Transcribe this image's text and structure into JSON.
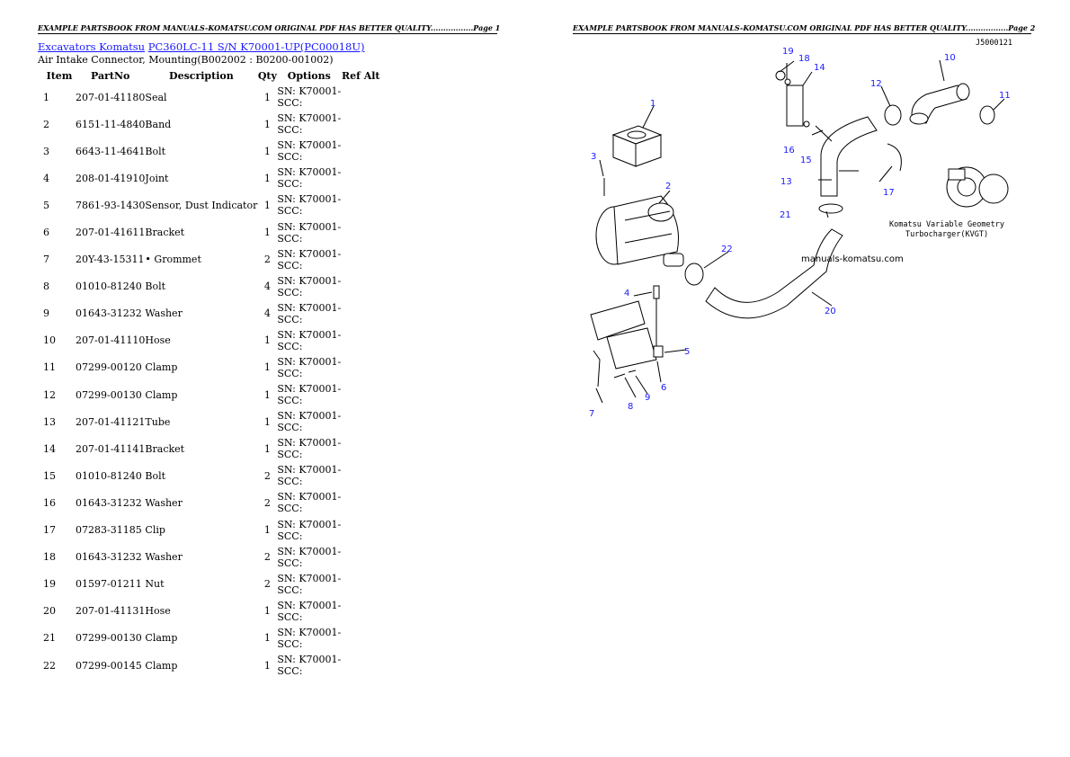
{
  "pages": {
    "left_header": "EXAMPLE PARTSBOOK FROM MANUALS-KOMATSU.COM ORIGINAL PDF HAS BETTER QUALITY.................Page 1",
    "right_header": "EXAMPLE PARTSBOOK FROM MANUALS-KOMATSU.COM ORIGINAL PDF HAS BETTER QUALITY.................Page 2"
  },
  "breadcrumb": {
    "link1": "Excavators Komatsu",
    "link2": "PC360LC-11 S/N K70001-UP(PC00018U)"
  },
  "subtitle": "Air Intake Connector, Mounting(B002002 : B0200-001002)",
  "table": {
    "headers": [
      "Item",
      "PartNo",
      "Description",
      "Qty",
      "Options",
      "Ref Alt"
    ],
    "rows": [
      {
        "item": "1",
        "partno": "207-01-41180",
        "desc": "Seal",
        "qty": "1",
        "opt1": "SN: K70001-",
        "opt2": "SCC:"
      },
      {
        "item": "2",
        "partno": "6151-11-4840",
        "desc": "Band",
        "qty": "1",
        "opt1": "SN: K70001-",
        "opt2": "SCC:"
      },
      {
        "item": "3",
        "partno": "6643-11-4641",
        "desc": "Bolt",
        "qty": "1",
        "opt1": "SN: K70001-",
        "opt2": "SCC:"
      },
      {
        "item": "4",
        "partno": "208-01-41910",
        "desc": "Joint",
        "qty": "1",
        "opt1": "SN: K70001-",
        "opt2": "SCC:"
      },
      {
        "item": "5",
        "partno": "7861-93-1430",
        "desc": "Sensor, Dust Indicator",
        "qty": "1",
        "opt1": "SN: K70001-",
        "opt2": "SCC:"
      },
      {
        "item": "6",
        "partno": "207-01-41611",
        "desc": "Bracket",
        "qty": "1",
        "opt1": "SN: K70001-",
        "opt2": "SCC:"
      },
      {
        "item": "7",
        "partno": "20Y-43-15311",
        "desc": "• Grommet",
        "qty": "2",
        "opt1": "SN: K70001-",
        "opt2": "SCC:"
      },
      {
        "item": "8",
        "partno": "01010-81240",
        "desc": "Bolt",
        "qty": "4",
        "opt1": "SN: K70001-",
        "opt2": "SCC:"
      },
      {
        "item": "9",
        "partno": "01643-31232",
        "desc": "Washer",
        "qty": "4",
        "opt1": "SN: K70001-",
        "opt2": "SCC:"
      },
      {
        "item": "10",
        "partno": "207-01-41110",
        "desc": "Hose",
        "qty": "1",
        "opt1": "SN: K70001-",
        "opt2": "SCC:"
      },
      {
        "item": "11",
        "partno": "07299-00120",
        "desc": "Clamp",
        "qty": "1",
        "opt1": "SN: K70001-",
        "opt2": "SCC:"
      },
      {
        "item": "12",
        "partno": "07299-00130",
        "desc": "Clamp",
        "qty": "1",
        "opt1": "SN: K70001-",
        "opt2": "SCC:"
      },
      {
        "item": "13",
        "partno": "207-01-41121",
        "desc": "Tube",
        "qty": "1",
        "opt1": "SN: K70001-",
        "opt2": "SCC:"
      },
      {
        "item": "14",
        "partno": "207-01-41141",
        "desc": "Bracket",
        "qty": "1",
        "opt1": "SN: K70001-",
        "opt2": "SCC:"
      },
      {
        "item": "15",
        "partno": "01010-81240",
        "desc": "Bolt",
        "qty": "2",
        "opt1": "SN: K70001-",
        "opt2": "SCC:"
      },
      {
        "item": "16",
        "partno": "01643-31232",
        "desc": "Washer",
        "qty": "2",
        "opt1": "SN: K70001-",
        "opt2": "SCC:"
      },
      {
        "item": "17",
        "partno": "07283-31185",
        "desc": "Clip",
        "qty": "1",
        "opt1": "SN: K70001-",
        "opt2": "SCC:"
      },
      {
        "item": "18",
        "partno": "01643-31232",
        "desc": "Washer",
        "qty": "2",
        "opt1": "SN: K70001-",
        "opt2": "SCC:"
      },
      {
        "item": "19",
        "partno": "01597-01211",
        "desc": "Nut",
        "qty": "2",
        "opt1": "SN: K70001-",
        "opt2": "SCC:"
      },
      {
        "item": "20",
        "partno": "207-01-41131",
        "desc": "Hose",
        "qty": "1",
        "opt1": "SN: K70001-",
        "opt2": "SCC:"
      },
      {
        "item": "21",
        "partno": "07299-00130",
        "desc": "Clamp",
        "qty": "1",
        "opt1": "SN: K70001-",
        "opt2": "SCC:"
      },
      {
        "item": "22",
        "partno": "07299-00145",
        "desc": "Clamp",
        "qty": "1",
        "opt1": "SN: K70001-",
        "opt2": "SCC:"
      }
    ]
  },
  "diagram": {
    "code": "J5000121",
    "note_line1": "Komatsu Variable Geometry",
    "note_line2": "Turbocharger(KVGT)",
    "watermark": "manuals-komatsu.com",
    "callouts": [
      "1",
      "2",
      "3",
      "4",
      "5",
      "6",
      "7",
      "8",
      "9",
      "10",
      "11",
      "12",
      "13",
      "14",
      "15",
      "16",
      "17",
      "18",
      "19",
      "20",
      "21",
      "22"
    ]
  }
}
